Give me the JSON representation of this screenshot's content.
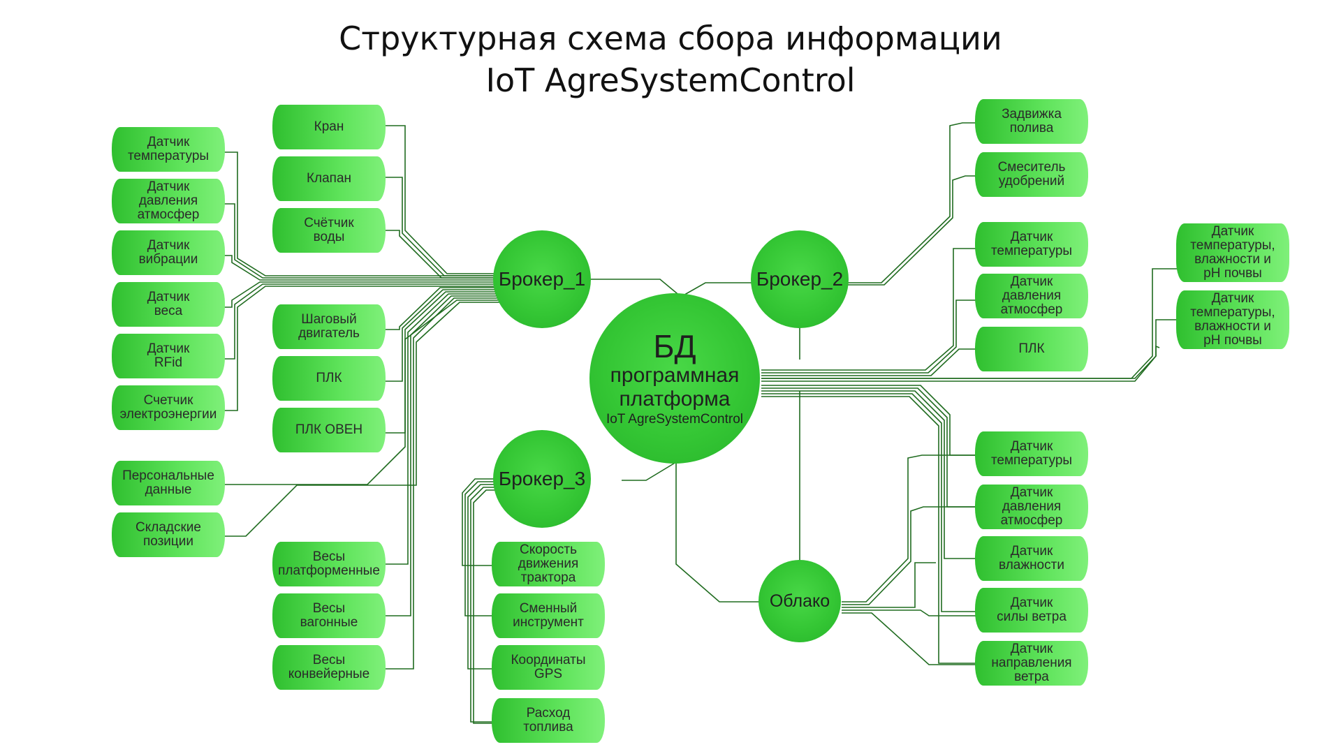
{
  "title": {
    "line1": "Структурная схема сбора информации",
    "line2": "IoT AgreSystemControl"
  },
  "center": {
    "line1": "БД",
    "line2": "программная",
    "line3": "платформа",
    "line4": "IoT AgreSystemControl"
  },
  "hubs": {
    "broker1": "Брокер_1",
    "broker2": "Брокер_2",
    "broker3": "Брокер_3",
    "cloud": "Облако"
  },
  "left_outer": [
    "Датчик\nтемпературы",
    "Датчик\nдавления\nатмосфер",
    "Датчик\nвибрации",
    "Датчик\nвеса",
    "Датчик\nRFid",
    "Счетчик\nэлектроэнергии",
    "Персональные\nданные",
    "Складские\nпозиции"
  ],
  "left_inner": [
    "Кран",
    "Клапан",
    "Счётчик\nводы",
    "Шаговый\nдвигатель",
    "ПЛК",
    "ПЛК ОВЕН",
    "Весы\nплатформенные",
    "Весы\nвагонные",
    "Весы\nконвейерные"
  ],
  "bottom": [
    "Скорость\nдвижения\nтрактора",
    "Сменный\nинструмент",
    "Координаты\nGPS",
    "Расход\nтоплива"
  ],
  "right": [
    "Задвижка\nполива",
    "Смеситель\nудобрений",
    "Датчик\nтемпературы",
    "Датчик\nдавления\nатмосфер",
    "ПЛК",
    "Датчик\nтемпературы",
    "Датчик\nдавления\nатмосфер",
    "Датчик\nвлажности",
    "Датчик\nсилы ветра",
    "Датчик\nнаправления\nветра"
  ],
  "far_right": [
    "Датчик\nтемпературы,\nвлажности и\npH почвы",
    "Датчик\nтемпературы,\nвлажности и\npH почвы"
  ]
}
